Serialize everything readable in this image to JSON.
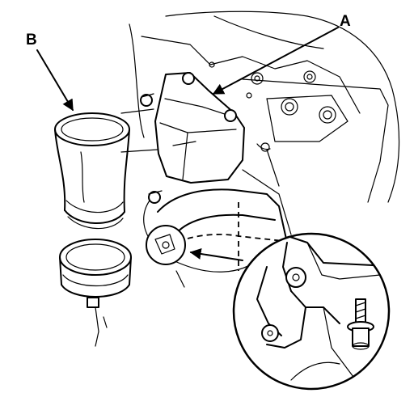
{
  "callouts": {
    "a": "A",
    "b": "B"
  },
  "colors": {
    "ink": "#000000",
    "paper": "#ffffff"
  },
  "icons": {
    "bolt": "bolt-icon",
    "arrow": "leader-arrow"
  }
}
